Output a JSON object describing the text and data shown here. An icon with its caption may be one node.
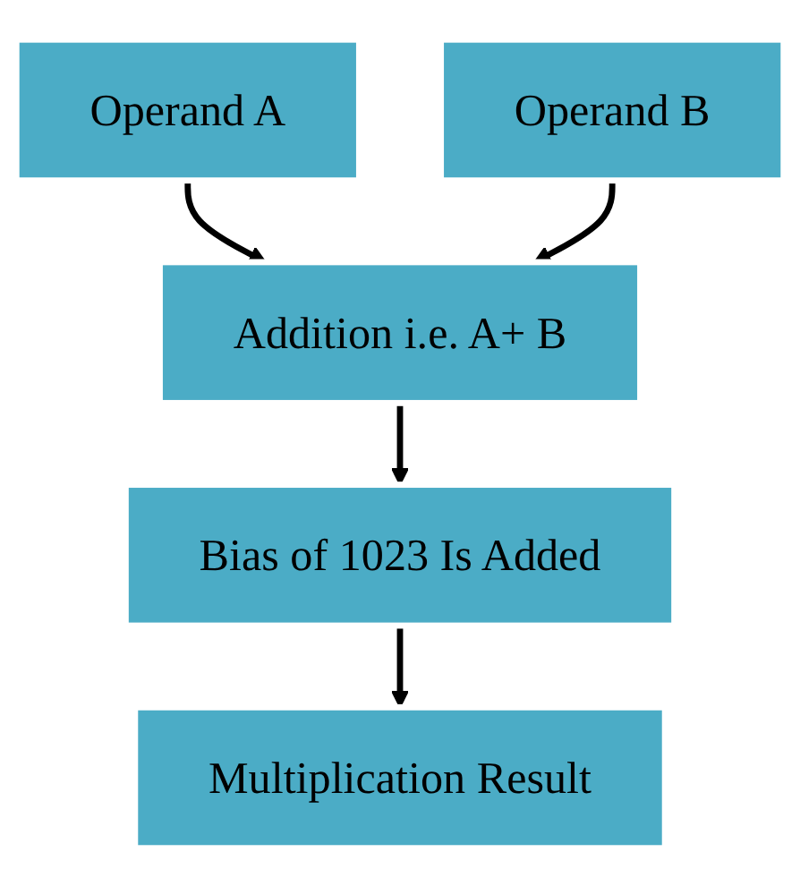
{
  "diagram": {
    "nodes": [
      {
        "text": [
          "Operand A"
        ]
      },
      {
        "text": [
          "Operand B"
        ]
      },
      {
        "text": [
          "Addition i.e. A+ B"
        ]
      },
      {
        "text": [
          "Bias of 1023 Is Added"
        ]
      },
      {
        "text": [
          "Multiplication Result"
        ]
      }
    ],
    "edges": [
      {
        "from": 0,
        "to": 2,
        "arrow": "to"
      },
      {
        "from": 1,
        "to": 2,
        "arrow": "to"
      },
      {
        "from": 2,
        "to": 3,
        "arrow": "to"
      },
      {
        "from": 3,
        "to": 4,
        "arrow": "to"
      }
    ]
  }
}
